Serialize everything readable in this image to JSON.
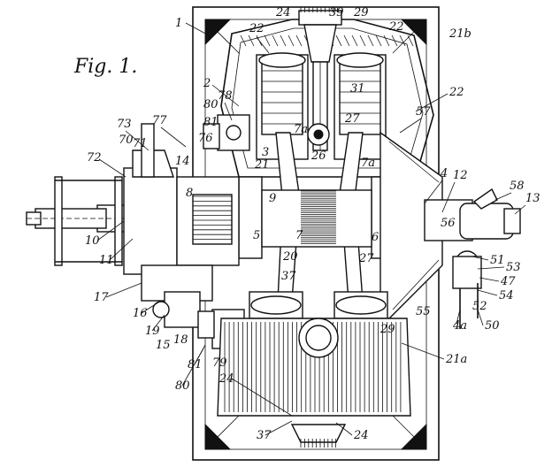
{
  "figure": {
    "title": "Fig. 1."
  },
  "reference_numerals": [
    {
      "id": "n1",
      "text": "1"
    },
    {
      "id": "n22a",
      "text": "22"
    },
    {
      "id": "n24t",
      "text": "24"
    },
    {
      "id": "n39",
      "text": "39"
    },
    {
      "id": "n29t",
      "text": "29"
    },
    {
      "id": "n22b",
      "text": "22"
    },
    {
      "id": "n21b",
      "text": "21b"
    },
    {
      "id": "n2",
      "text": "2"
    },
    {
      "id": "n78",
      "text": "78"
    },
    {
      "id": "n31",
      "text": "31"
    },
    {
      "id": "n22c",
      "text": "22"
    },
    {
      "id": "n80a",
      "text": "80"
    },
    {
      "id": "n57",
      "text": "57"
    },
    {
      "id": "n27a",
      "text": "27"
    },
    {
      "id": "n73",
      "text": "73"
    },
    {
      "id": "n77",
      "text": "77"
    },
    {
      "id": "n81a",
      "text": "81"
    },
    {
      "id": "n76",
      "text": "76"
    },
    {
      "id": "n7a1",
      "text": "7a"
    },
    {
      "id": "n70",
      "text": "70"
    },
    {
      "id": "n71",
      "text": "71"
    },
    {
      "id": "n14",
      "text": "14"
    },
    {
      "id": "n21",
      "text": "21"
    },
    {
      "id": "n3",
      "text": "3"
    },
    {
      "id": "n26",
      "text": "26"
    },
    {
      "id": "n7a2",
      "text": "7a"
    },
    {
      "id": "n72",
      "text": "72"
    },
    {
      "id": "n4",
      "text": "4"
    },
    {
      "id": "n12",
      "text": "12"
    },
    {
      "id": "n58",
      "text": "58"
    },
    {
      "id": "n13",
      "text": "13"
    },
    {
      "id": "n8",
      "text": "8"
    },
    {
      "id": "n9",
      "text": "9"
    },
    {
      "id": "n10",
      "text": "10"
    },
    {
      "id": "n56",
      "text": "56"
    },
    {
      "id": "n5",
      "text": "5"
    },
    {
      "id": "n7",
      "text": "7"
    },
    {
      "id": "n6",
      "text": "6"
    },
    {
      "id": "n11",
      "text": "11"
    },
    {
      "id": "n20",
      "text": "20"
    },
    {
      "id": "n27b",
      "text": "27"
    },
    {
      "id": "n51",
      "text": "51"
    },
    {
      "id": "n53",
      "text": "53"
    },
    {
      "id": "n47",
      "text": "47"
    },
    {
      "id": "n17",
      "text": "17"
    },
    {
      "id": "n37a",
      "text": "37"
    },
    {
      "id": "n54",
      "text": "54"
    },
    {
      "id": "n52",
      "text": "52"
    },
    {
      "id": "n16",
      "text": "16"
    },
    {
      "id": "n55",
      "text": "55"
    },
    {
      "id": "n19",
      "text": "19"
    },
    {
      "id": "n4a",
      "text": "4a"
    },
    {
      "id": "n50",
      "text": "50"
    },
    {
      "id": "n15",
      "text": "15"
    },
    {
      "id": "n18",
      "text": "18"
    },
    {
      "id": "n29b",
      "text": "29"
    },
    {
      "id": "n21a",
      "text": "21a"
    },
    {
      "id": "n81b",
      "text": "81"
    },
    {
      "id": "n79",
      "text": "79"
    },
    {
      "id": "n80b",
      "text": "80"
    },
    {
      "id": "n24m",
      "text": "24"
    },
    {
      "id": "n37b",
      "text": "37"
    },
    {
      "id": "n24b",
      "text": "24"
    }
  ]
}
